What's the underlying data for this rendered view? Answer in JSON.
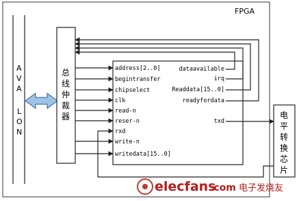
{
  "fpga_label": "FPGA",
  "avalon_letters": [
    "A",
    "V",
    "A",
    "L",
    "O",
    "N"
  ],
  "arbiter_chars": [
    "总",
    "线",
    "仲",
    "裁",
    "器"
  ],
  "level_shifter_chars": [
    "电",
    "平",
    "转",
    "换",
    "芯",
    "片"
  ],
  "left_signals": [
    "address[2..0]",
    "begintransfer",
    "chipselect",
    "clk",
    "read-n",
    "reser-n",
    "rxd",
    "write-n",
    "writedata[15..0]"
  ],
  "right_signals": [
    "dataavailable",
    "irq",
    "Readdata[15..0]",
    "readyfordata",
    "txd"
  ],
  "watermark": {
    "site": "elecfans",
    "domain": ".com",
    "cn": "电子发烧友"
  }
}
